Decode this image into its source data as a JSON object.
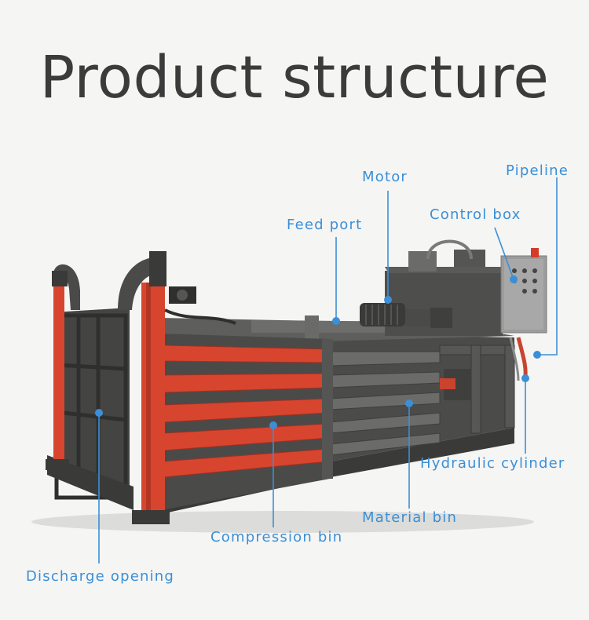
{
  "title": "Product structure",
  "accent_color": "#3b8fd6",
  "labels": {
    "pipeline": "Pipeline",
    "motor": "Motor",
    "control_box": "Control box",
    "feed_port": "Feed port",
    "hydraulic_cylinder": "Hydraulic cylinder",
    "material_bin": "Material bin",
    "compression_bin": "Compression bin",
    "discharge_opening": "Discharge opening"
  }
}
